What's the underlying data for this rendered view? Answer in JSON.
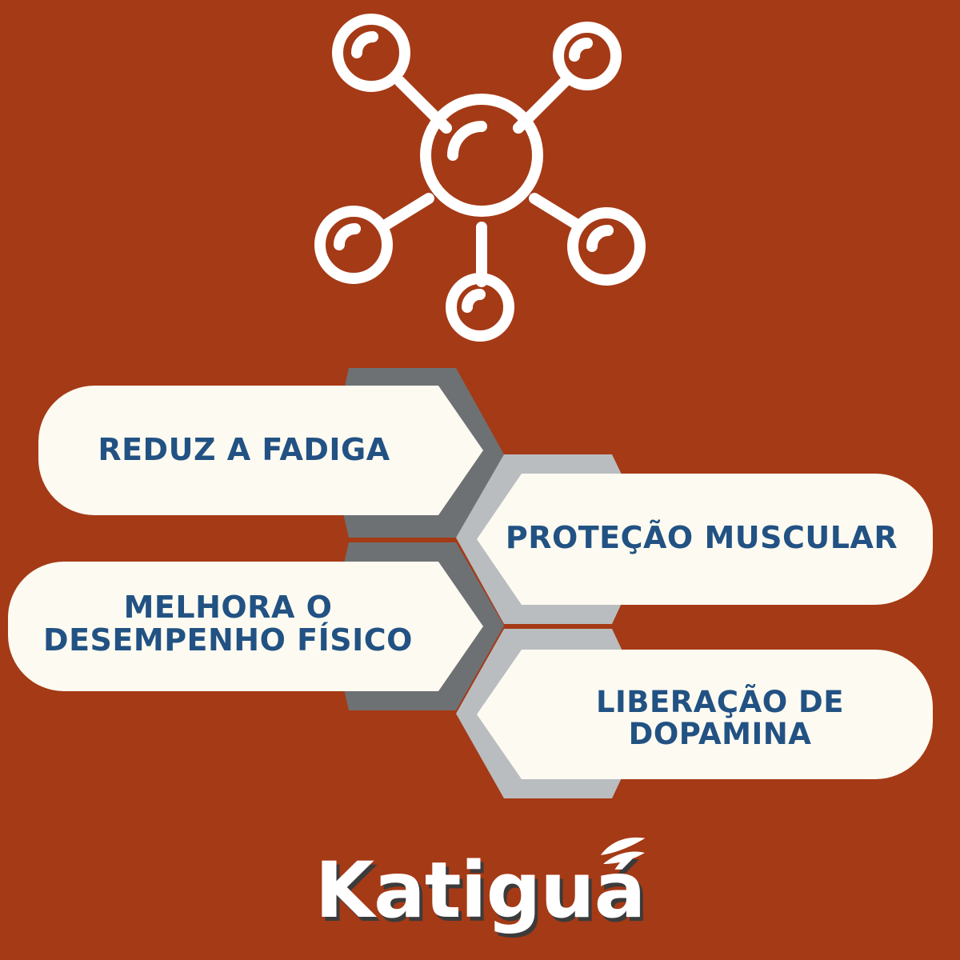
{
  "benefits": [
    {
      "text": "REDUZ A FADIGA"
    },
    {
      "text": "PROTEÇÃO MUSCULAR"
    },
    {
      "text": "MELHORA O\nDESEMPENHO FÍSICO"
    },
    {
      "text": "LIBERAÇÃO DE\nDOPAMINA"
    }
  ],
  "brand": {
    "name": "Katiguá"
  },
  "colors": {
    "background": "#a53a16",
    "card": "#fdfaf1",
    "text": "#225283",
    "hex_dark": "#6e7173",
    "hex_light": "#b9bdc0",
    "icon": "#ffffff"
  },
  "icons": {
    "top": "molecule-icon",
    "brand": "leaf-icon"
  }
}
